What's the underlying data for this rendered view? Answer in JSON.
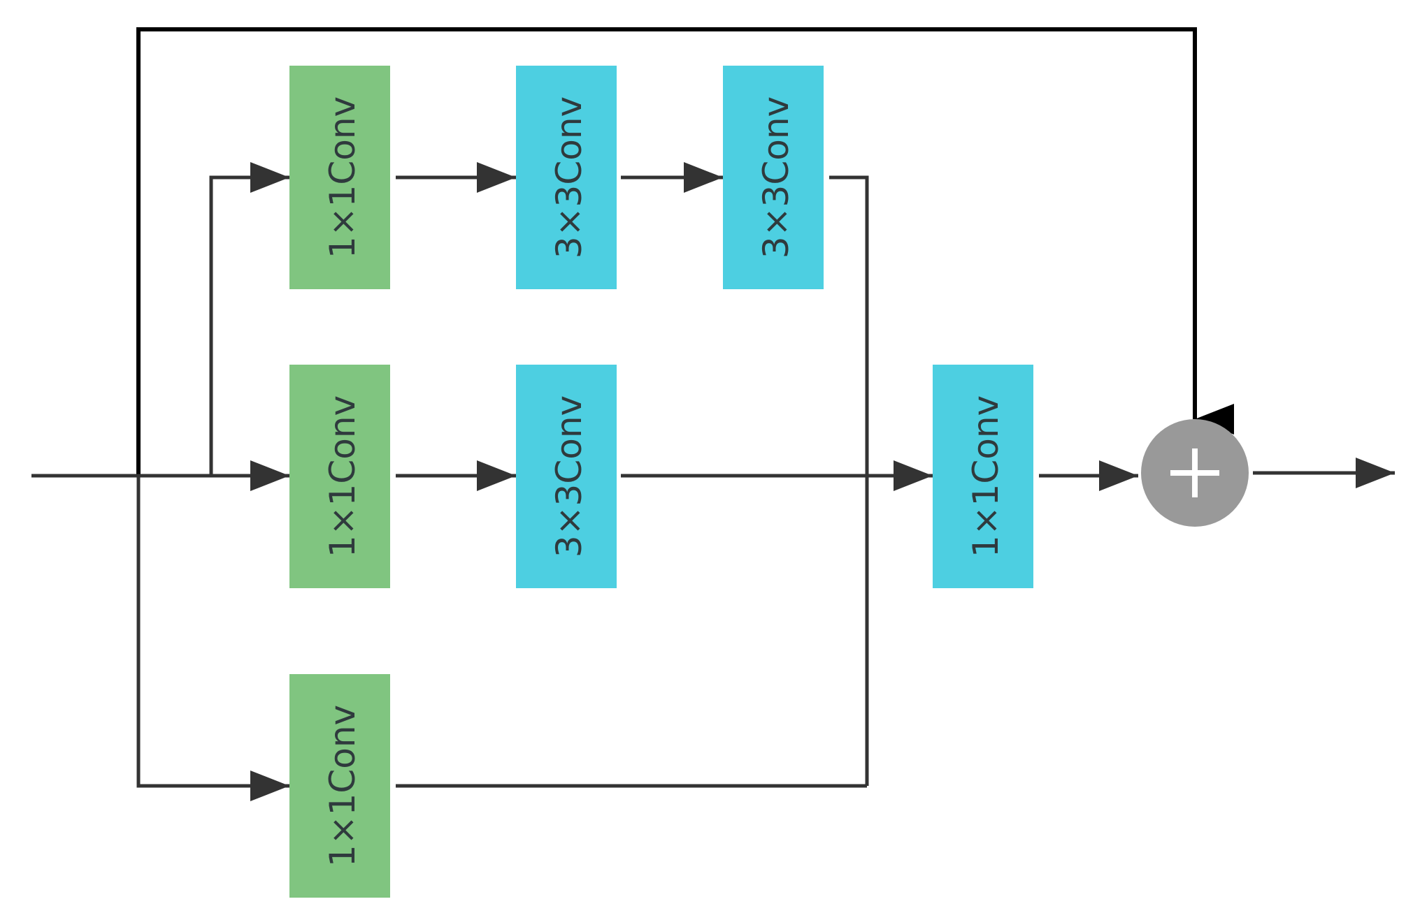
{
  "colors": {
    "green_block": "#80c580",
    "cyan_block": "#4dcfe1",
    "adder": "#999999",
    "line": "#333333"
  },
  "blocks": {
    "b1": {
      "label": "1×1Conv",
      "color": "green"
    },
    "b2": {
      "label": "3×3Conv",
      "color": "cyan"
    },
    "b3": {
      "label": "3×3Conv",
      "color": "cyan"
    },
    "b4": {
      "label": "1×1Conv",
      "color": "green"
    },
    "b5": {
      "label": "3×3Conv",
      "color": "cyan"
    },
    "b6": {
      "label": "1×1Conv",
      "color": "cyan"
    },
    "b7": {
      "label": "1×1Conv",
      "color": "green"
    }
  },
  "adder": {
    "icon": "plus-icon",
    "symbol": "+"
  }
}
